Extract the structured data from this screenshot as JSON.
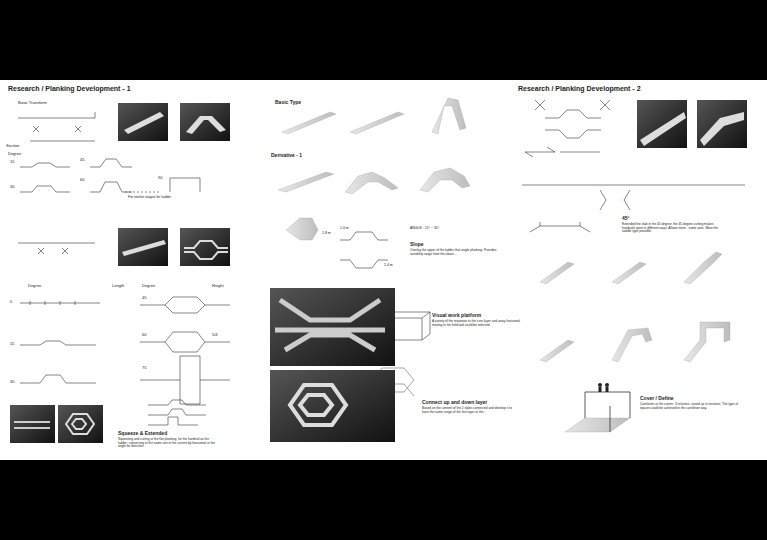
{
  "diagram": {
    "title": "Research / Planking Development - 1",
    "labels": [
      "Research / Planking Development - 2",
      "Basic Transform",
      "Section",
      "Degree",
      "15",
      "45",
      "30",
      "60",
      "90",
      "For twelve stages for ladder",
      "Degree",
      "Length",
      "Degree",
      "Height",
      "0",
      "15",
      "30",
      "45",
      "60",
      "75",
      "5/4",
      "Squeeze & Extended",
      "Squeezing and cutting at the flat planking, for the handrail as the ladder; connecting to the same unit in the current by horizontal or the angle for direction.",
      "Basic Type",
      "Derivative - 1",
      "ANGLE : 15° ~ 35°",
      "Slope",
      "Overlay the upper of the ladder that single planking. Provides suitability range from the about ...",
      "Visual work platform",
      "A variety of the response to the core layer and away horizontal moving in the field and could be selected.",
      "Connect up and down layer",
      "Based on the content of the 2 slabs connected and develop it to have the same range of the line layer at the...",
      "45°",
      "Extended the slab in the 45 degree; the 45 degree cutting makes handrails open in different ways. Allows more - same area. More the saddle type possible.",
      "Cover / Define",
      "Cantilever at the corner: 3 relatives, raised up in sections. The type of spaces could be achieved in the cantilever way.",
      "1.8 m",
      "1.0 m",
      "2.4 m"
    ]
  }
}
